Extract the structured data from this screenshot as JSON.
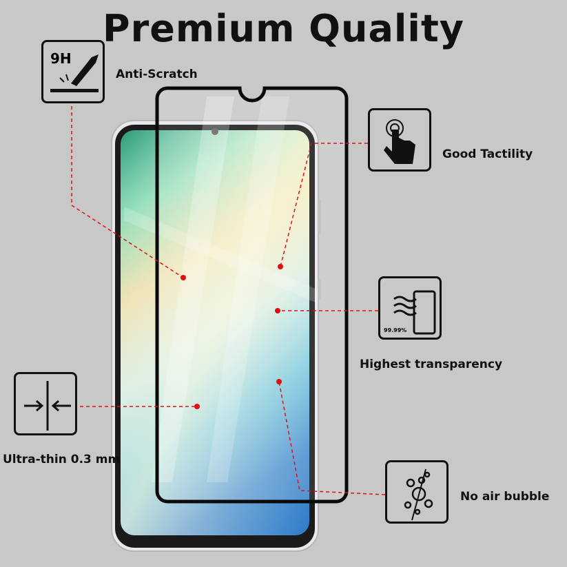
{
  "title": "Premium Quality",
  "features": {
    "anti_scratch": {
      "label": "Anti-Scratch",
      "icon_text": "9H",
      "icon": "knife-scratch-icon"
    },
    "tactility": {
      "label": "Good Tactility",
      "icon": "finger-touch-icon"
    },
    "transparency": {
      "label": "Highest transparency",
      "icon_text": "99.99%",
      "icon": "transparency-waves-icon"
    },
    "ultra_thin": {
      "label": "Ultra-thin 0.3 mm",
      "icon": "thin-arrows-icon"
    },
    "no_bubble": {
      "label": "No air bubble",
      "icon": "bubbles-icon"
    }
  },
  "colors": {
    "background": "#c8c8c8",
    "accent": "#e01010",
    "ink": "#111111"
  }
}
